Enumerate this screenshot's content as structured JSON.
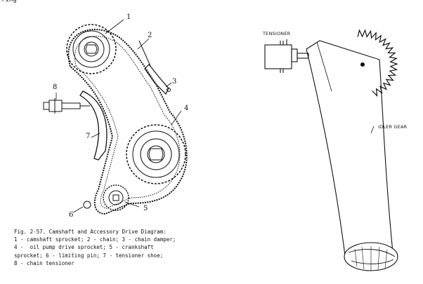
{
  "top_cutoff_text": "ring",
  "left_figure": {
    "callouts": [
      "1",
      "2",
      "3",
      "4",
      "5",
      "6",
      "7",
      "8"
    ],
    "caption_lines": [
      "Fig. 2-57. Camshaft and Accessory Drive Diagram:",
      "1 - camshaft sprocket; 2 - chain; 3 - chain damper;",
      "4 -  oil pump drive sprocket; 5 - crankshaft",
      "sprocket; 6 - limiting pin; 7 - tensioner shoe;",
      "8 - chain tensioner"
    ]
  },
  "right_figure": {
    "tensioner_label": "TENSIONER",
    "idler_label": "IDLER GEAR"
  },
  "colors": {
    "ink": "#111111",
    "paper": "#ffffff"
  }
}
